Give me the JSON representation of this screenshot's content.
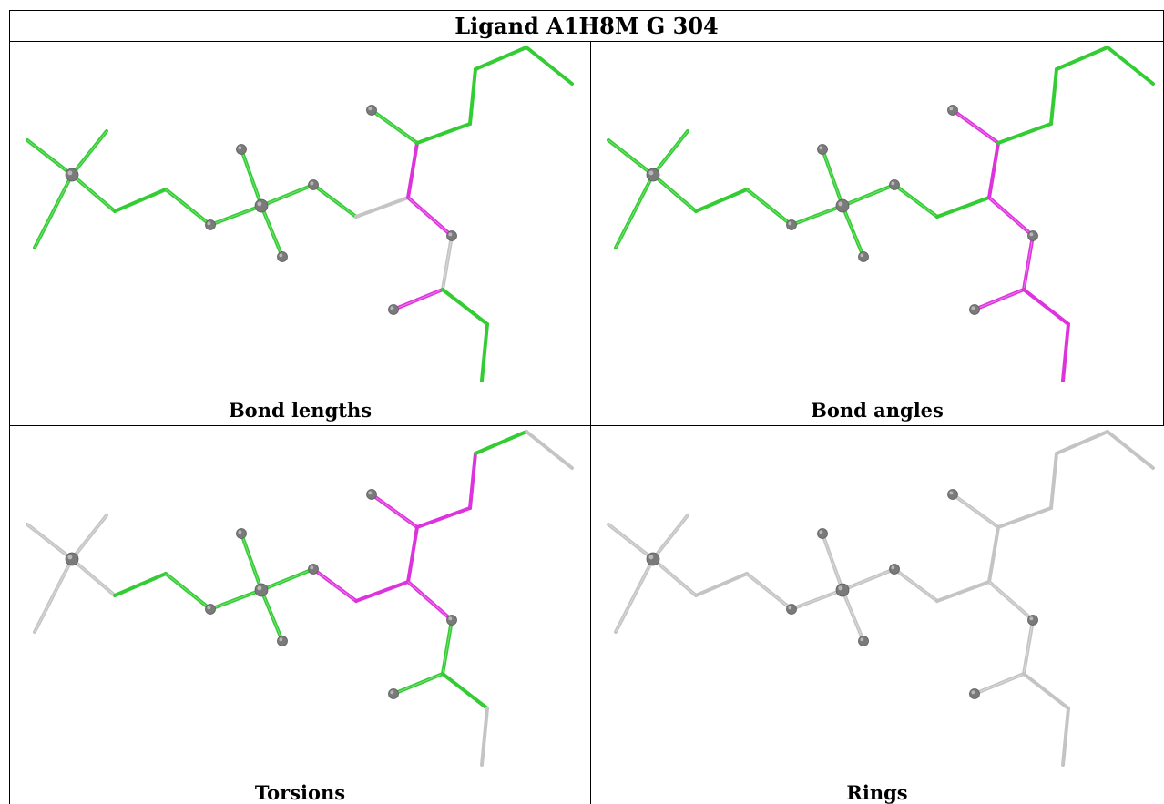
{
  "title": "Ligand A1H8M G 304",
  "colors": {
    "green": "#33cc33",
    "magenta": "#dd33dd",
    "gray": "#c4c4c4",
    "atom": "#7a7a7a"
  },
  "panels": [
    {
      "caption": "Bond lengths",
      "bond_colors": [
        "green",
        "green",
        "green",
        "green",
        "green",
        "green",
        "green",
        "green",
        "green",
        "green",
        "green",
        "gray",
        "magenta",
        "green",
        "green",
        "green",
        "green",
        "green",
        "magenta",
        "gray",
        "magenta",
        "green",
        "green",
        "green",
        "green",
        "green",
        "green",
        "green",
        "green"
      ],
      "mixed": {
        "31": "green",
        "26": "green",
        "37": "gray",
        "27": "green"
      }
    },
    {
      "caption": "Bond angles",
      "bond_colors": [
        "green",
        "green",
        "green",
        "green",
        "green",
        "green",
        "green",
        "green",
        "green",
        "green",
        "green",
        "green",
        "magenta",
        "magenta",
        "green",
        "green",
        "green",
        "green",
        "magenta",
        "magenta",
        "magenta",
        "magenta",
        "magenta",
        "green",
        "green",
        "green",
        "green",
        "green",
        "green"
      ],
      "mixed": {
        "31": "green",
        "26": "magenta",
        "37": "magenta",
        "27": "green"
      }
    },
    {
      "caption": "Torsions",
      "bond_colors": [
        "gray",
        "gray",
        "gray",
        "gray",
        "green",
        "green",
        "green",
        "green",
        "green",
        "green",
        "magenta",
        "magenta",
        "magenta",
        "magenta",
        "magenta",
        "magenta",
        "green",
        "gray",
        "magenta",
        "green",
        "green",
        "green",
        "gray",
        "gray",
        "gray",
        "gray",
        "gray",
        "gray",
        "gray"
      ],
      "mixed": {
        "31": "gray",
        "26": "gray",
        "37": "gray",
        "27": "gray"
      }
    },
    {
      "caption": "Rings",
      "bond_colors": [
        "gray",
        "gray",
        "gray",
        "gray",
        "gray",
        "gray",
        "gray",
        "gray",
        "gray",
        "gray",
        "gray",
        "gray",
        "gray",
        "gray",
        "gray",
        "gray",
        "gray",
        "gray",
        "gray",
        "gray",
        "gray",
        "gray",
        "gray",
        "gray",
        "gray",
        "gray",
        "gray",
        "gray",
        "gray"
      ],
      "mixed": {
        "31": "gray",
        "26": "gray",
        "37": "gray",
        "27": "gray"
      }
    }
  ]
}
